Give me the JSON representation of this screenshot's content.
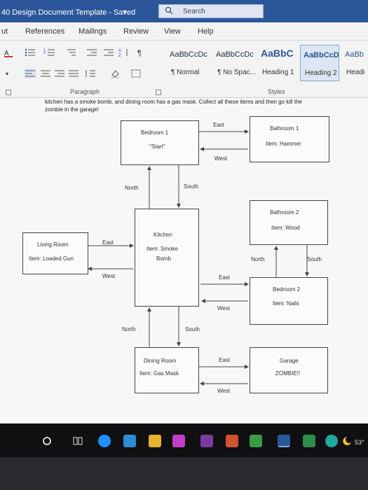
{
  "window": {
    "title": "40 Design Document Template  -  Saved",
    "search_placeholder": "Search"
  },
  "tabs": [
    "ut",
    "References",
    "Mailings",
    "Review",
    "View",
    "Help"
  ],
  "ribbon": {
    "styles": [
      {
        "preview": "AaBbCcDc",
        "name": "¶ Normal",
        "selected": false
      },
      {
        "preview": "AaBbCcDc",
        "name": "¶ No Spac...",
        "selected": false
      },
      {
        "preview": "AaBbC",
        "name": "Heading 1",
        "selected": false
      },
      {
        "preview": "AaBbCcD",
        "name": "Heading 2",
        "selected": true
      },
      {
        "preview": "AaBb",
        "name": "Headi",
        "selected": false
      }
    ],
    "groups": {
      "paragraph": "Paragraph",
      "styles": "Styles"
    }
  },
  "document": {
    "intro_line1": "kitchen has a smoke bomb, and dining room has a gas mask. Collect all these items and then go kill the",
    "intro_line2": "zombie in the garage!",
    "rooms": {
      "bedroom1": {
        "name": "Bedroom 1",
        "detail": "\"Start\""
      },
      "bathroom1": {
        "name": "Bathroom 1",
        "detail": "Item: Hammer"
      },
      "bathroom2": {
        "name": "Bathroom 2",
        "detail": "Item: Wood"
      },
      "kitchen": {
        "name": "Kitchen",
        "detail1": "Item: Smoke",
        "detail2": "Bomb"
      },
      "living": {
        "name": "Living Room",
        "detail": "Item: Loaded Gun"
      },
      "bedroom2": {
        "name": "Bedroom 2",
        "detail": "Item: Nails"
      },
      "dining": {
        "name": "Dining Room",
        "detail": "Item: Gas Mask"
      },
      "garage": {
        "name": "Garage",
        "detail": "ZOMBIE!!"
      }
    },
    "labels": {
      "b1_east": "East",
      "b1_west": "West",
      "b1_north": "North",
      "b1_south": "South",
      "lr_east": "East",
      "lr_west": "West",
      "b2_north": "North",
      "b2_south": "South",
      "k_east": "East",
      "k_west": "West",
      "k_north": "North",
      "k_south": "South",
      "d_east": "East",
      "d_west": "West"
    }
  },
  "taskbar": {
    "temp": "53°"
  }
}
